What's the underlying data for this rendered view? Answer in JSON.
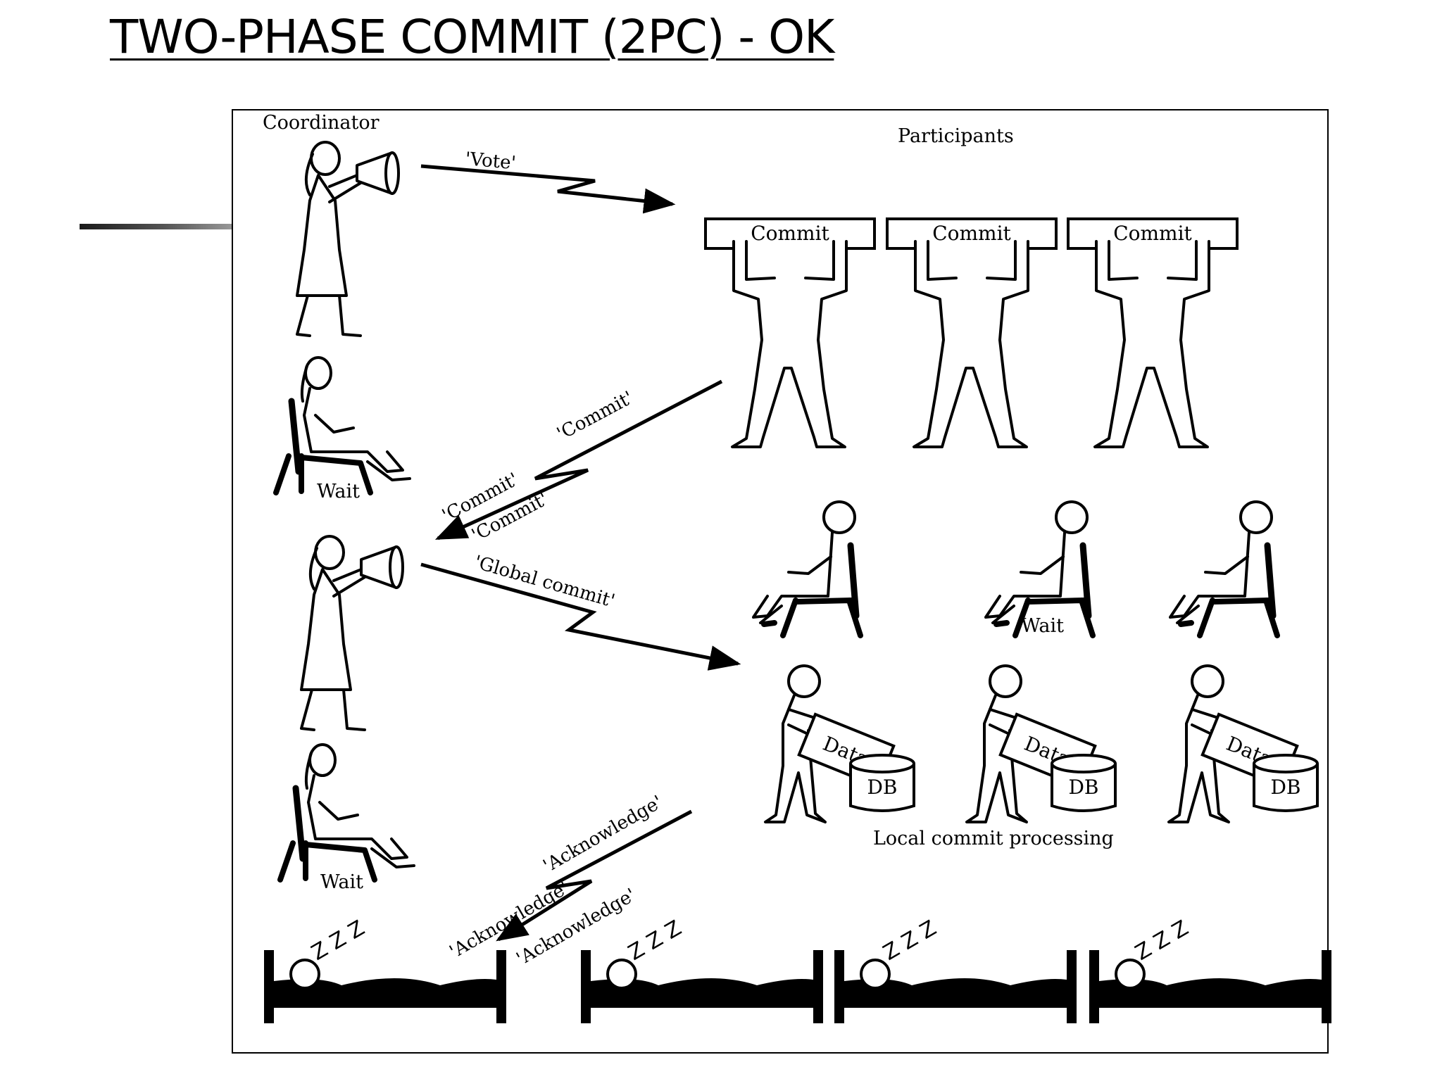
{
  "slide": {
    "title": "TWO-PHASE COMMIT (2PC) - OK"
  },
  "labels": {
    "coordinator": "Coordinator",
    "participants": "Participants",
    "wait_coordinator_1": "Wait",
    "wait_coordinator_2": "Wait",
    "wait_participants": "Wait",
    "local_commit_processing": "Local commit processing"
  },
  "commit_boxes": [
    "Commit",
    "Commit",
    "Commit"
  ],
  "data_boxes": [
    "Data",
    "Data",
    "Data"
  ],
  "db_labels": [
    "DB",
    "DB",
    "DB"
  ],
  "messages": {
    "vote": "'Vote'",
    "commit_reply_1": "'Commit'",
    "commit_reply_2": "'Commit'",
    "commit_reply_3": "'Commit'",
    "global_commit": "'Global commit'",
    "ack_1": "'Acknowledge'",
    "ack_2": "'Acknowledge'",
    "ack_3": "'Acknowledge'"
  },
  "sleep_marks": [
    "Z Z Z",
    "Z Z Z",
    "Z Z Z",
    "Z Z Z"
  ]
}
